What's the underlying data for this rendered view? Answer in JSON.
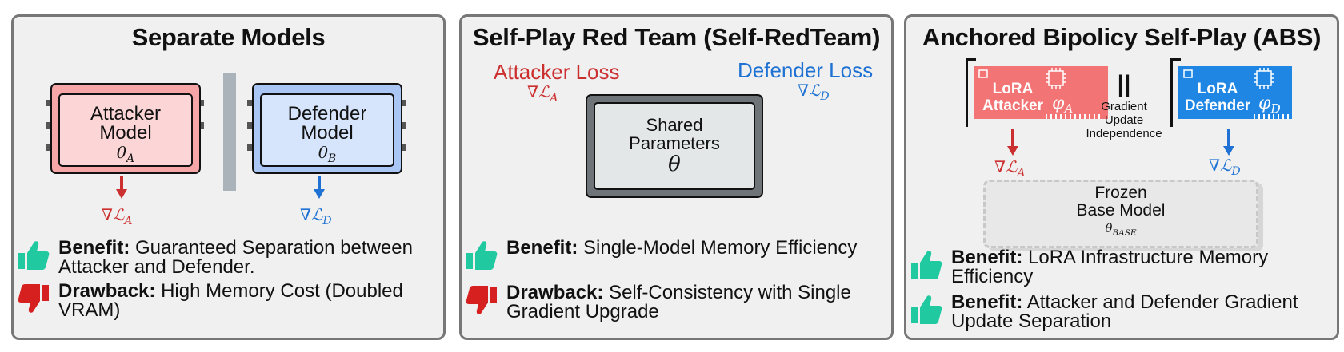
{
  "panels": [
    {
      "title": "Separate Models",
      "attacker": {
        "line1": "Attacker",
        "line2": "Model",
        "param": "θ_A"
      },
      "defender": {
        "line1": "Defender",
        "line2": "Model",
        "param": "θ_B"
      },
      "attacker_grad": "∇ℒ_A",
      "defender_grad": "∇ℒ_D",
      "benefit": {
        "label": "Benefit:",
        "text": "Guaranteed Separation between Attacker and Defender."
      },
      "drawback": {
        "label": "Drawback:",
        "text": "High Memory Cost (Doubled VRAM)"
      }
    },
    {
      "title": "Self-Play Red Team (Self-RedTeam)",
      "attacker_loss": "Attacker Loss",
      "attacker_grad": "∇ℒ_A",
      "defender_loss": "Defender Loss",
      "defender_grad": "∇ℒ_D",
      "shared": {
        "line1": "Shared",
        "line2": "Parameters",
        "param": "θ"
      },
      "benefit": {
        "label": "Benefit:",
        "text": "Single-Model Memory Efficiency"
      },
      "drawback": {
        "label": "Drawback:",
        "text": "Self-Consistency with Single Gradient Upgrade"
      }
    },
    {
      "title": "Anchored Bipolicy Self-Play (ABS)",
      "attacker_chip": {
        "line1": "LoRA",
        "line2": "Attacker",
        "param": "φ_A"
      },
      "defender_chip": {
        "line1": "LoRA",
        "line2": "Defender",
        "param": "φ_D"
      },
      "separator_symbol": "||",
      "independence": [
        "Gradient",
        "Update",
        "Independence"
      ],
      "attacker_grad": "∇ℒ_A",
      "defender_grad": "∇ℒ_D",
      "frozen": {
        "line1": "Frozen",
        "line2": "Base Model",
        "param": "θ_BASE"
      },
      "benefit1": {
        "label": "Benefit:",
        "text": "LoRA Infrastructure Memory Efficiency"
      },
      "benefit2": {
        "label": "Benefit:",
        "text": "Attacker and Defender Gradient Update Separation"
      }
    }
  ],
  "colors": {
    "red": "#cc2f2f",
    "blue": "#1f72d3",
    "attacker_fill": "#f6a6a6",
    "defender_fill": "#a9c6f5",
    "chip_red": "#f27474",
    "chip_blue": "#1f86e4",
    "thumb_up": "#20c9a0",
    "thumb_down": "#d61f1f"
  },
  "icons": [
    "thumbs-up-icon",
    "thumbs-down-icon",
    "chip-icon",
    "arrow-down-icon"
  ]
}
